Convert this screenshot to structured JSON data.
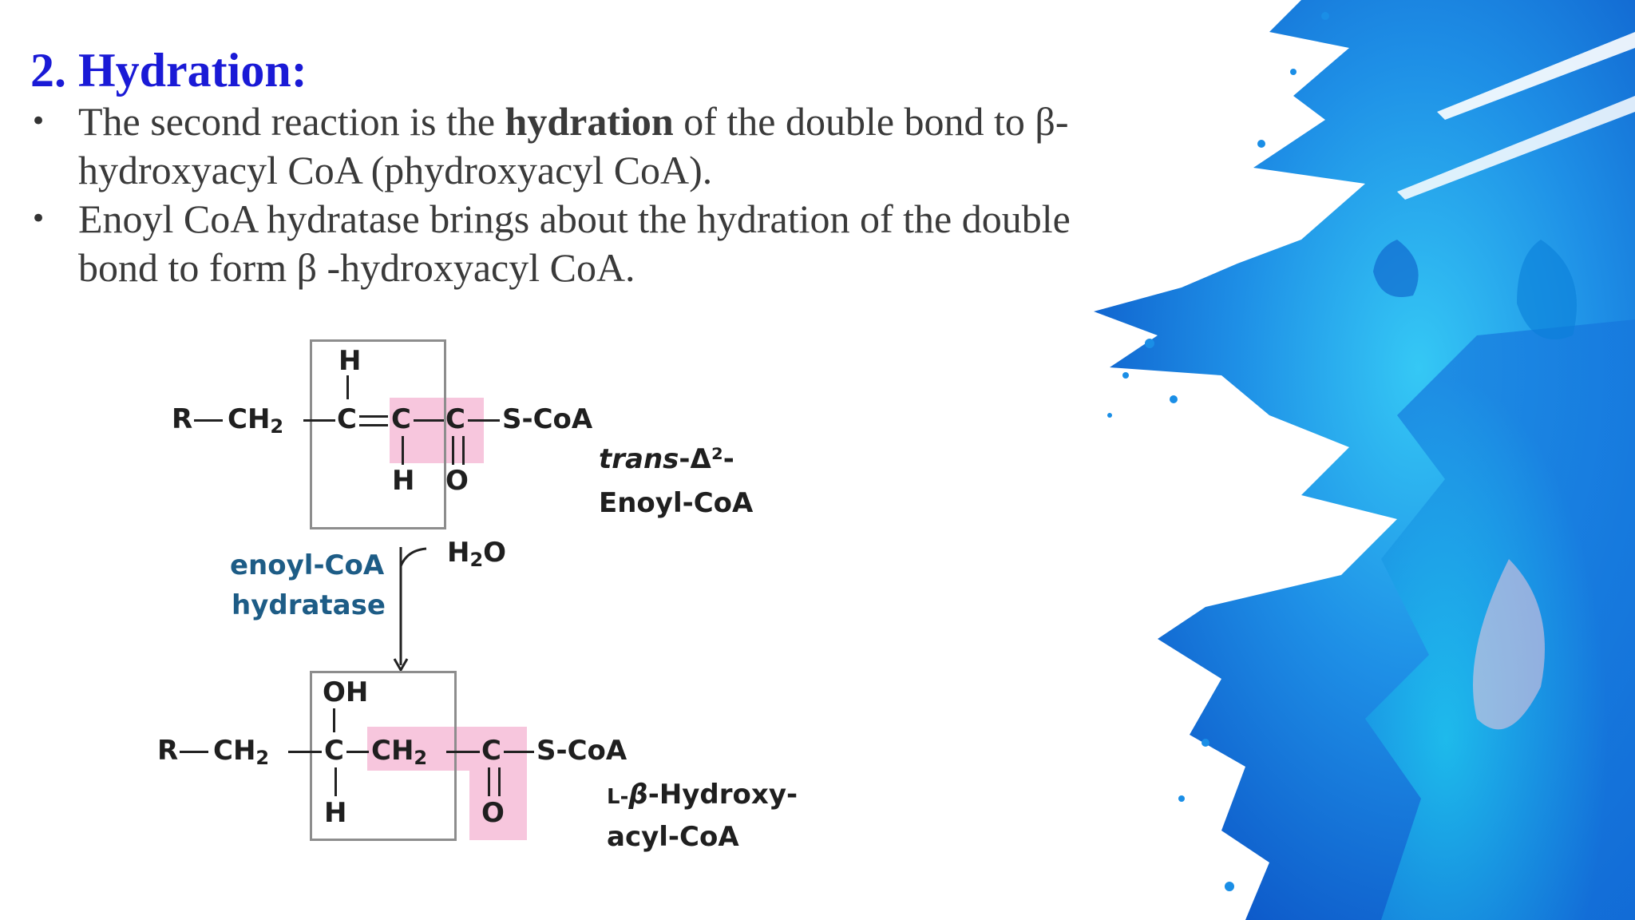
{
  "slide": {
    "title": "2. Hydration:",
    "bullets": [
      {
        "marker": "•",
        "pre": "The second reaction is the ",
        "bold": "hydration",
        "post": " of the double bond to β-",
        "line2": "hydroxyacyl CoA (phydroxyacyl CoA)."
      },
      {
        "marker": "•",
        "line1": "Enoyl CoA hydratase brings about the hydration of the double",
        "line2": "bond to form β -hydroxyacyl CoA."
      }
    ]
  },
  "reaction": {
    "reactant": {
      "top_h": "H",
      "r": "R",
      "ch": "CH",
      "ch_sub": "2",
      "c1": "C",
      "c2": "C",
      "c3": "C",
      "scoa": "S-CoA",
      "bottom_h": "H",
      "o": "O",
      "name_italic": "trans",
      "name_rest": "-Δ²-",
      "name_line2": "Enoyl-CoA"
    },
    "enzyme_line1": "enoyl-CoA",
    "enzyme_line2": "hydratase",
    "reagent": "H",
    "reagent_sub": "2",
    "reagent_tail": "O",
    "product": {
      "top_oh": "OH",
      "r": "R",
      "ch": "CH",
      "ch_sub": "2",
      "c1": "C",
      "ch2b": "CH",
      "ch2b_sub": "2",
      "c3": "C",
      "scoa": "S-CoA",
      "bottom_h": "H",
      "o": "O",
      "name_prefix": "L-",
      "name_italic": "β",
      "name_rest": "-Hydroxy-",
      "name_line2": "acyl-CoA"
    }
  },
  "colors": {
    "title": "#1a1ad6",
    "body_text": "#3a3a3a",
    "enzyme": "#1d5c86",
    "highlight": "#f7c6dd",
    "splash": "#1e8fe6"
  }
}
